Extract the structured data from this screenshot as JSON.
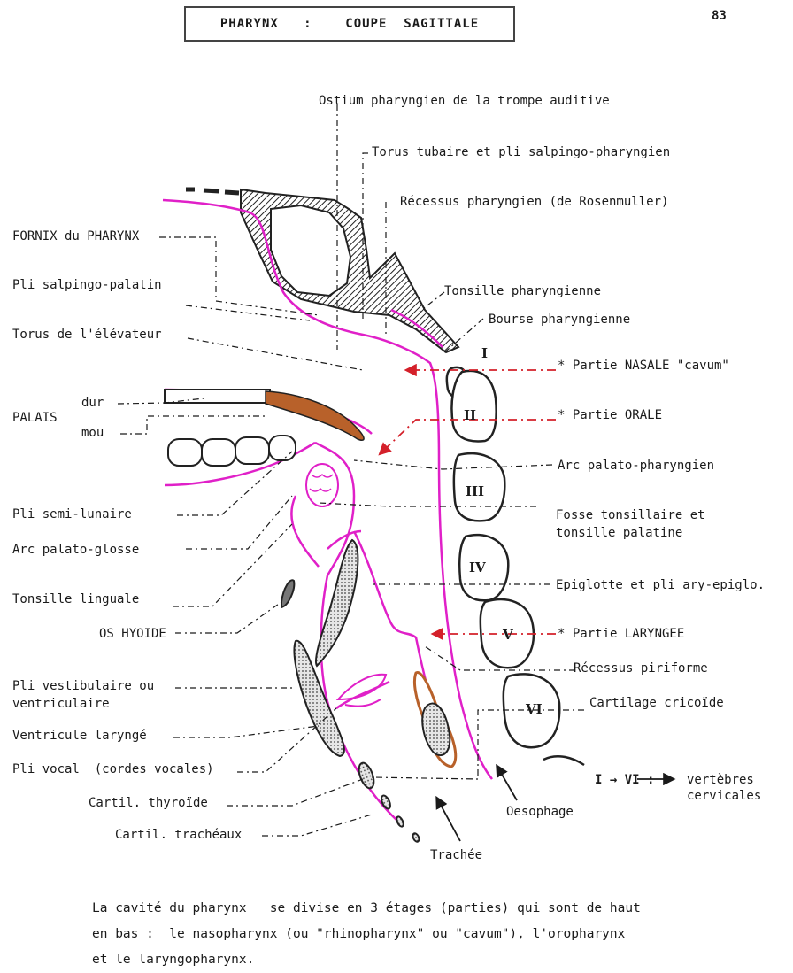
{
  "header": {
    "title": "PHARYNX   :    COUPE  SAGITTALE",
    "page_number": "83"
  },
  "colors": {
    "mucosa": "#e020c8",
    "ink": "#1a1a1a",
    "bone_fill": "#bfbfbf",
    "soft_palate": "#b8612a",
    "leader_red": "#d4202a"
  },
  "labels": {
    "ostium": "Ostium pharyngien de la trompe auditive",
    "torus_tubaire": "Torus tubaire et pli salpingo-pharyngien",
    "recessus_pharyngien": "Récessus pharyngien (de Rosenmuller)",
    "fornix": "FORNIX du PHARYNX",
    "pli_salpingo_palatin": "Pli salpingo-palatin",
    "tonsille_pharyngienne": "Tonsille pharyngienne",
    "bourse_pharyngienne": "Bourse pharyngienne",
    "torus_elevateur": "Torus de l'élévateur",
    "partie_nasale": "* Partie NASALE \"cavum\"",
    "palais": "PALAIS",
    "palais_dur": "dur",
    "palais_mou": "mou",
    "partie_orale": "* Partie ORALE",
    "arc_palato_pharyngien": "Arc palato-pharyngien",
    "pli_semi_lunaire": "Pli semi-lunaire",
    "fosse_tonsillaire_1": "Fosse tonsillaire et",
    "fosse_tonsillaire_2": "tonsille palatine",
    "arc_palato_glosse": "Arc palato-glosse",
    "tonsille_linguale": "Tonsille linguale",
    "epiglotte": "Epiglotte et pli ary-epiglo.",
    "os_hyoide": "OS HYOIDE",
    "partie_laryngee": "* Partie LARYNGEE",
    "recessus_piriforme": "Récessus piriforme",
    "pli_vestibulaire_1": "Pli vestibulaire ou",
    "pli_vestibulaire_2": "ventriculaire",
    "cartilage_cricoide": "Cartilage cricoïde",
    "ventricule_larynge": "Ventricule laryngé",
    "pli_vocal": "Pli vocal  (cordes vocales)",
    "cartil_thyroide": "Cartil. thyroïde",
    "cartil_tracheaux": "Cartil. trachéaux",
    "oesophage": "Oesophage",
    "trachee": "Trachée",
    "vertebres_key": "I → VI :",
    "vertebres_1": "vertèbres",
    "vertebres_2": "cervicales"
  },
  "vertebrae": [
    "I",
    "II",
    "III",
    "IV",
    "V",
    "VI"
  ],
  "caption": [
    "La cavité du pharynx   se divise en 3 étages (parties) qui sont de haut",
    "en bas :  le nasopharynx (ou \"rhinopharynx\" ou \"cavum\"), l'oropharynx",
    "et le laryngopharynx."
  ]
}
